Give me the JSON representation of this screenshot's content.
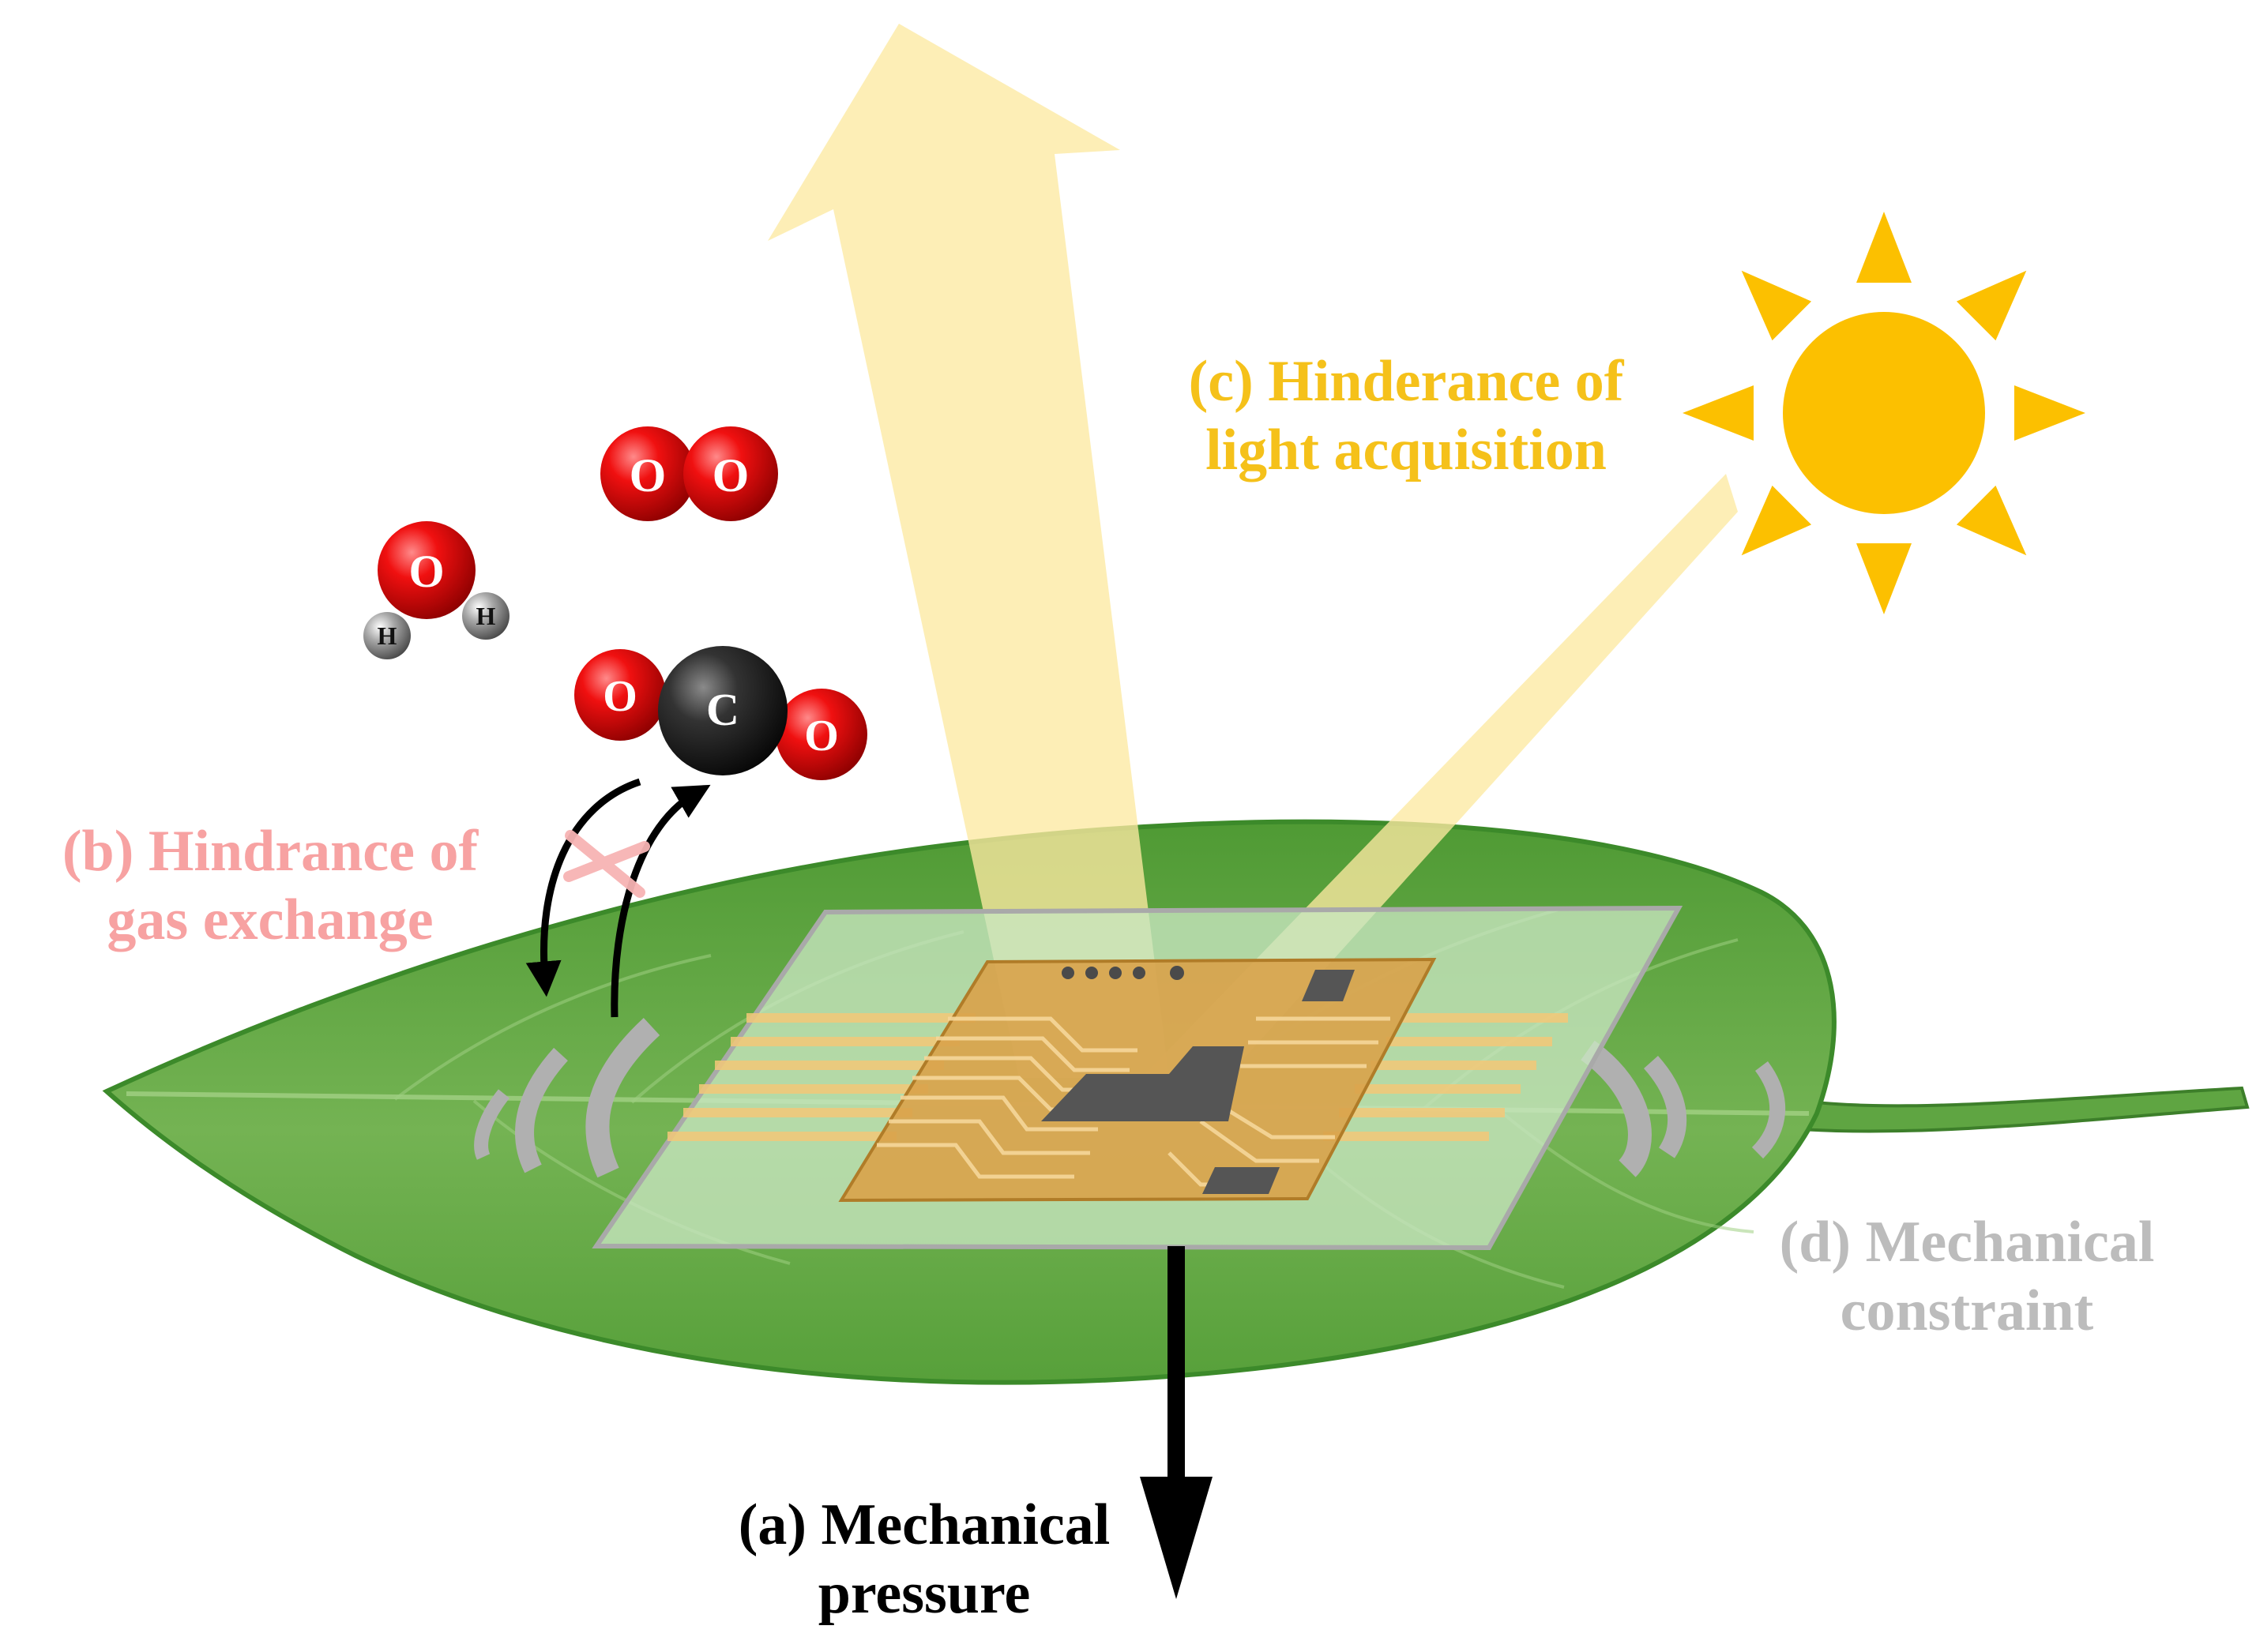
{
  "labels": {
    "a": {
      "line1": "(a) Mechanical",
      "line2": "pressure"
    },
    "b": {
      "line1": "(b) Hindrance of",
      "line2": "gas exchange"
    },
    "c": {
      "line1": "(c) Hinderance of",
      "line2": "light acquisition"
    },
    "d": {
      "line1": "(d) Mechanical",
      "line2": "constraint"
    }
  },
  "molecules": {
    "water": {
      "o": "O",
      "h1": "H",
      "h2": "H"
    },
    "oxygen": {
      "o1": "O",
      "o2": "O"
    },
    "co2": {
      "o1": "O",
      "c": "C",
      "o2": "O"
    }
  },
  "colors": {
    "leaf": "#6fae4d",
    "leaf_dark": "#3f8a2c",
    "sun": "#fcc000",
    "light_beam": "#fde9a2",
    "label_a": "#000000",
    "label_b": "#f7a2a2",
    "label_c": "#f5c11a",
    "label_d": "#bcbcbc",
    "oxygen_atom": "#e80000",
    "carbon_atom": "#222222",
    "hydrogen_atom": "#9a9a9a",
    "circuit": "#d9a24a"
  },
  "icons": {
    "sun": "sun-icon",
    "blocked": "cross-icon"
  }
}
